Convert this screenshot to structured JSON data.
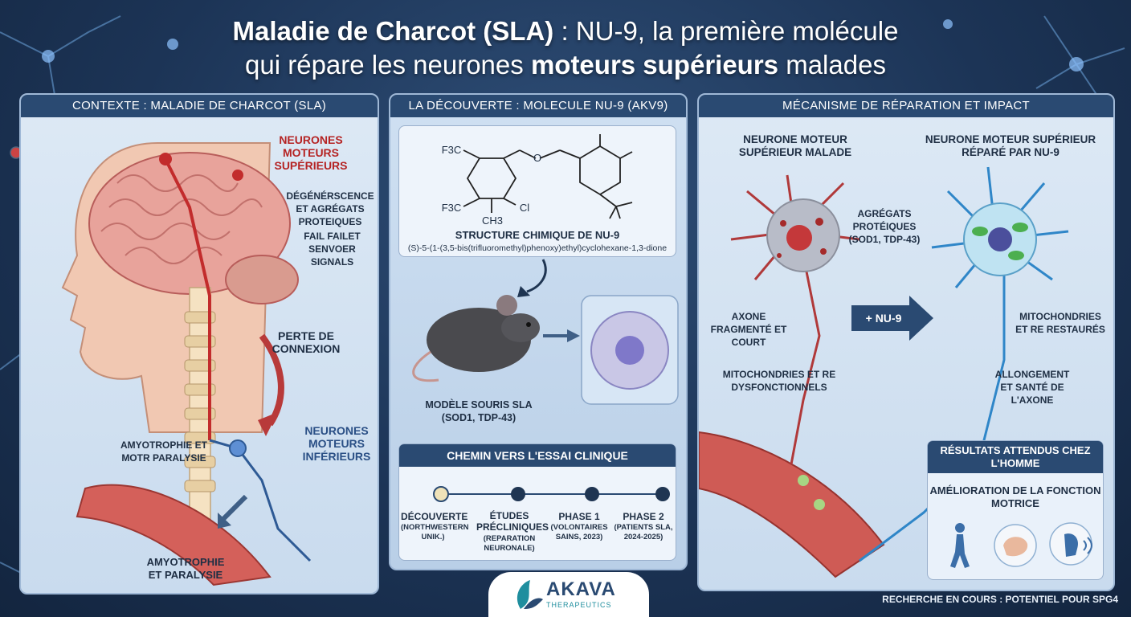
{
  "title": {
    "part1": "Maladie de Charcot (SLA)",
    "part2": " : NU-9, la première molécule",
    "part3": "qui répare les neurones ",
    "part4": "moteurs supérieurs",
    "part5": " malades"
  },
  "left": {
    "header": "CONTEXTE : MALADIE DE CHARCOT (SLA)",
    "upper_neurons": "NEURONES MOTEURS SUPÉRIEURS",
    "degeneration": "DÉGÉNÉRSCENCE ET AGRÉGATS PROTEIQUES",
    "fail_signals": "FAIL FAILET SENVOER SIGNALS",
    "loss_connection": "PERTE DE CONNEXION",
    "lower_neurons": "NEURONES MOTEURS INFÉRIEURS",
    "amyotrophy1": "AMYOTROPHIE ET MOTR PARALYSIE",
    "amyotrophy2": "AMYOTROPHIE ET PARALYSIE"
  },
  "middle": {
    "header": "LA DÉCOUVERTE : MOLECULE NU-9 (AKV9)",
    "structure_title": "STRUCTURE CHIMIQUE DE NU-9",
    "structure_name": "(S)-5-(1-(3,5-bis(trifluoromethyl)phenoxy)ethyl)cyclohexane-1,3-dione",
    "chem": {
      "cf3a": "F3C",
      "cf3b": "F3C",
      "cl": "Cl",
      "ch3": "CH3",
      "o": "O"
    },
    "mouse_label": "MODÈLE SOURIS SLA (SOD1, TDP-43)",
    "clinical_header": "CHEMIN VERS L'ESSAI CLINIQUE",
    "steps": [
      {
        "title": "DÉCOUVERTE",
        "detail": "(NORTHWESTERN UNIK.)"
      },
      {
        "title": "ÉTUDES PRÉCLINIQUES",
        "detail": "(REPARATION NEURONALE)"
      },
      {
        "title": "PHASE 1",
        "detail": "(VOLONTAIRES SAINS, 2023)"
      },
      {
        "title": "PHASE 2",
        "detail": "(PATIENTS SLA, 2024-2025)"
      }
    ]
  },
  "right": {
    "header": "MÉCANISME DE RÉPARATION ET IMPACT",
    "sick_title": "NEURONE MOTEUR SUPÉRIEUR MALADE",
    "repaired_title": "NEURONE MOTEUR SUPÉRIEUR RÉPARÉ PAR NU-9",
    "aggregates": "AGRÉGATS PROTÉIQUES (SOD1, TDP-43)",
    "axon_frag": "AXONE FRAGMENTÉ ET COURT",
    "mito_dys": "MITOCHONDRIES ET RE DYSFONCTIONNELS",
    "plus": "+ NU-9",
    "mito_rest": "MITOCHONDRIES ET RE RESTAURÉS",
    "axon_health": "ALLONGEMENT ET SANTÉ DE L'AXONE",
    "results_header": "RÉSULTATS ATTENDUS CHEZ L'HOMME",
    "results_text": "AMÉLIORATION DE LA FONCTION MOTRICE"
  },
  "footer": {
    "brand": "AKAVA",
    "brand_sub": "THERAPEUTICS",
    "note": "RECHERCHE EN COURS : POTENTIEL POUR SPG4"
  }
}
